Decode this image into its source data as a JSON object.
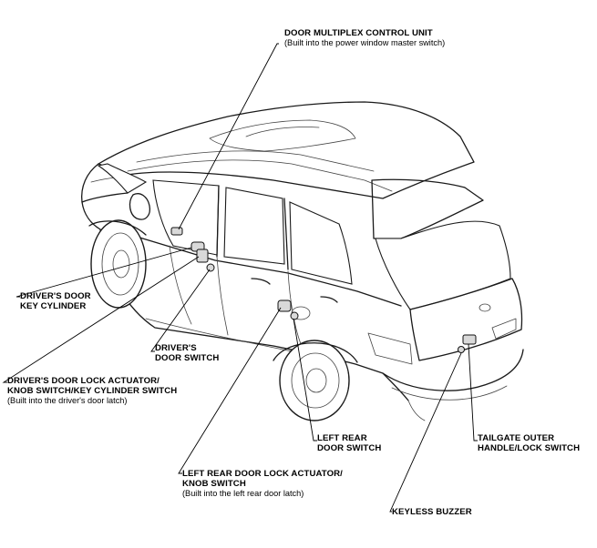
{
  "labels": {
    "multiplex": {
      "main": "DOOR MULTIPLEX CONTROL UNIT",
      "sub": "(Built into the power window master switch)"
    },
    "key_cylinder": {
      "line1": "DRIVER'S DOOR",
      "line2": "KEY CYLINDER"
    },
    "door_switch": {
      "line1": "DRIVER'S",
      "line2": "DOOR SWITCH"
    },
    "lock_actuator": {
      "line1": "DRIVER'S DOOR LOCK ACTUATOR/",
      "line2": "KNOB SWITCH/KEY CYLINDER SWITCH",
      "sub": "(Built into the driver's door latch)"
    },
    "left_rear_switch": {
      "line1": "LEFT REAR",
      "line2": "DOOR SWITCH"
    },
    "tailgate": {
      "line1": "TAILGATE OUTER",
      "line2": "HANDLE/LOCK SWITCH"
    },
    "left_rear_actuator": {
      "line1": "LEFT REAR DOOR LOCK ACTUATOR/",
      "line2": "KNOB SWITCH",
      "sub": "(Built into the left rear door latch)"
    },
    "buzzer": {
      "main": "KEYLESS BUZZER"
    }
  }
}
